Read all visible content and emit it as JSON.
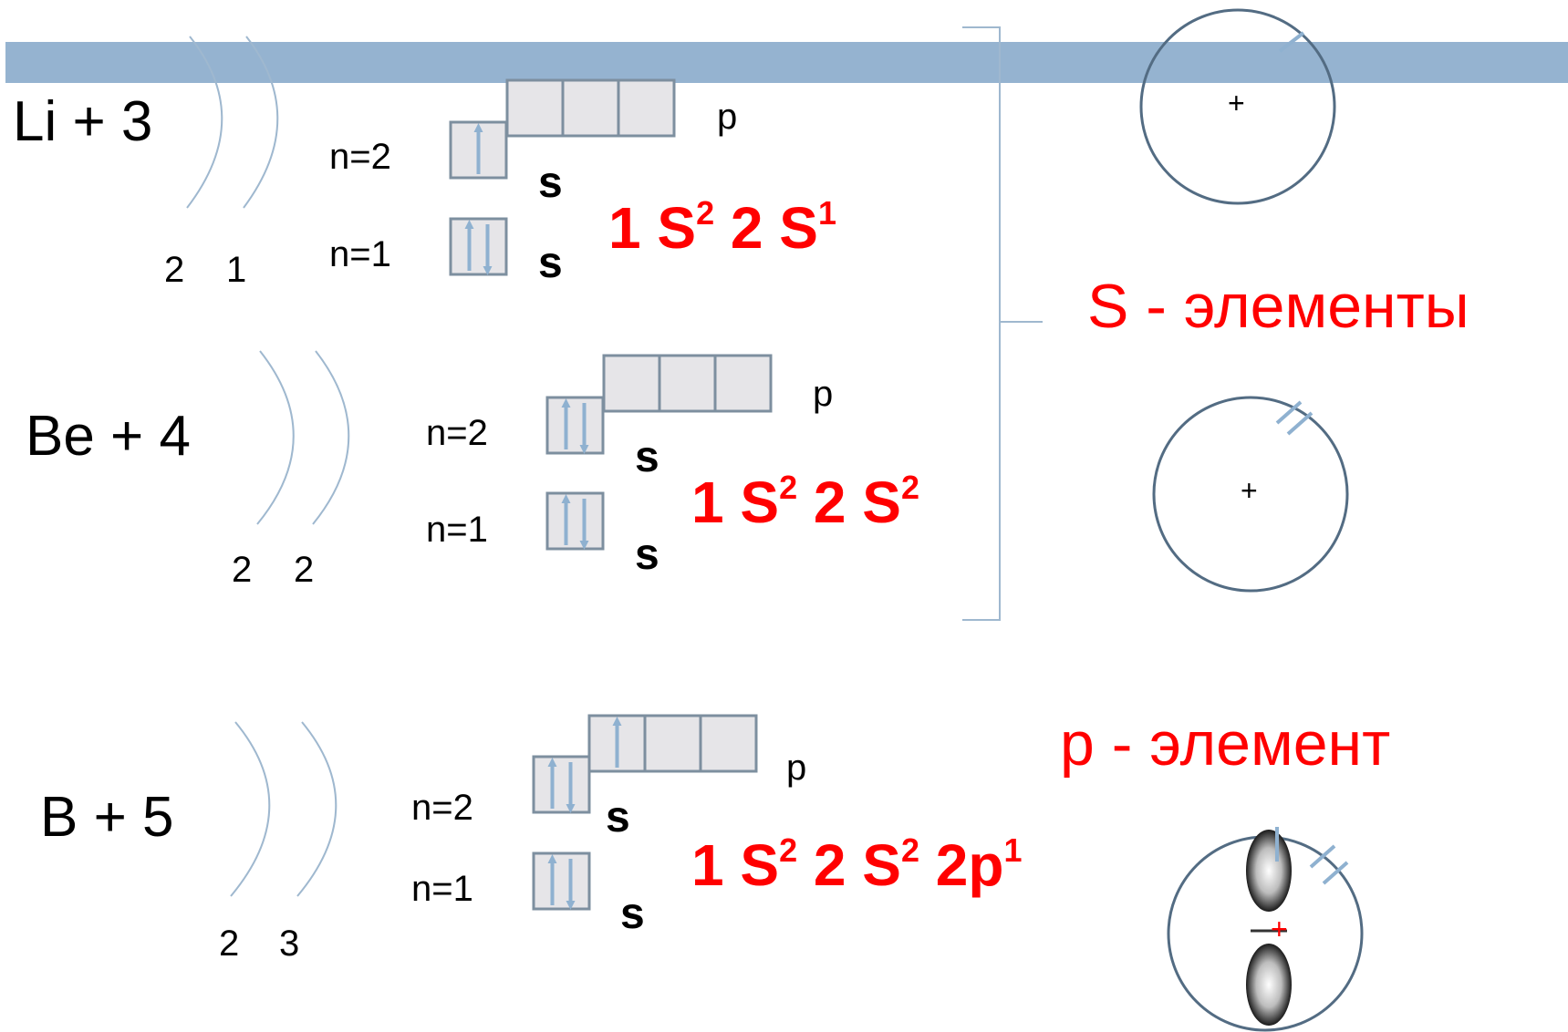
{
  "colors": {
    "accent_bar": "#95b3d0",
    "shell_arc": "#9fb8cf",
    "orbital_box_fill": "#e6e5e8",
    "orbital_box_border": "#7d8f9f",
    "arrow": "#8fb1d0",
    "circle": "#536c83",
    "config_text": "#ff0000"
  },
  "elements": [
    {
      "label": "Li + 3",
      "shells": [
        "2",
        "1"
      ],
      "levels": [
        "n=2",
        "n=1"
      ],
      "sublevel_s": "s",
      "sublevel_p": "p",
      "config": [
        {
          "t": "1 S",
          "sup": "2"
        },
        {
          "t": " 2 S",
          "sup": "1"
        }
      ],
      "n1_s": "up-down",
      "n2_s": "up",
      "p_occupancy": [
        "empty",
        "empty",
        "empty"
      ],
      "circle_electrons": 1
    },
    {
      "label": "Be + 4",
      "shells": [
        "2",
        "2"
      ],
      "levels": [
        "n=2",
        "n=1"
      ],
      "sublevel_s": "s",
      "sublevel_p": "p",
      "config": [
        {
          "t": "1 S",
          "sup": "2"
        },
        {
          "t": " 2 S",
          "sup": "2"
        }
      ],
      "n1_s": "up-down",
      "n2_s": "up-down",
      "p_occupancy": [
        "empty",
        "empty",
        "empty"
      ],
      "circle_electrons": 2
    },
    {
      "label": "B + 5",
      "shells": [
        "2",
        "3"
      ],
      "levels": [
        "n=2",
        "n=1"
      ],
      "sublevel_s": "s",
      "sublevel_p": "p",
      "config": [
        {
          "t": "1 S",
          "sup": "2"
        },
        {
          "t": " 2 S",
          "sup": "2"
        },
        {
          "t": " 2p",
          "sup": "1"
        }
      ],
      "n1_s": "up-down",
      "n2_s": "up-down",
      "p_occupancy": [
        "up",
        "empty",
        "empty"
      ],
      "circle_electrons": 2
    }
  ],
  "groups": {
    "s_elements": "S - элементы",
    "p_element": "p - элемент"
  },
  "nucleus_symbol": "+"
}
